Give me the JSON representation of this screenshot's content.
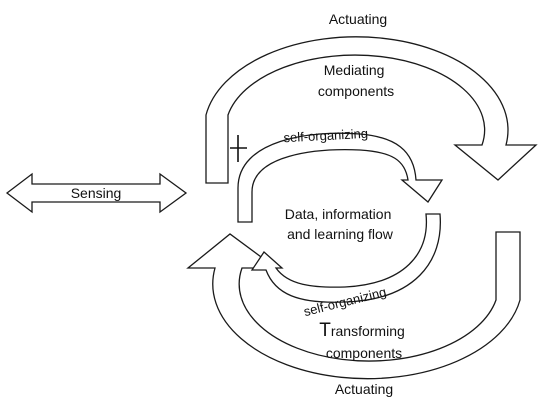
{
  "diagram": {
    "top_loop": {
      "label": "Actuating"
    },
    "bottom_loop": {
      "label": "Actuating"
    },
    "mediating": {
      "line1": "Mediating",
      "line2": "components"
    },
    "transforming": {
      "initial": "T",
      "line1_rest": "ransforming",
      "line2": "components"
    },
    "center": {
      "line1": "Data, information",
      "line2": "and learning flow"
    },
    "self_org_top": {
      "label": "self-organizing"
    },
    "self_org_bottom": {
      "label": "self-organizing"
    },
    "sensing": {
      "label": "Sensing"
    },
    "colors": {
      "stroke": "#1a1a1a",
      "fill": "#ffffff",
      "text": "#111111"
    }
  }
}
